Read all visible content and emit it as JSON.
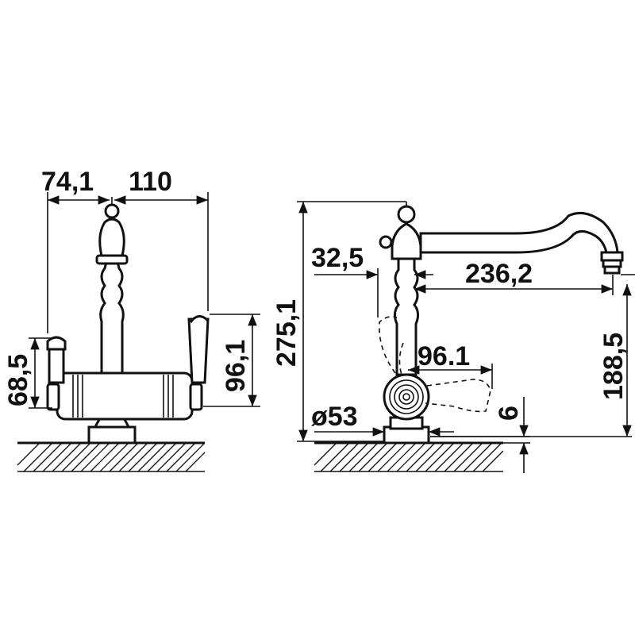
{
  "dimensions": {
    "front_left_width": "74,1",
    "front_right_width": "110",
    "front_left_height": "68,5",
    "front_right_height": "96,1",
    "side_total_height": "275,1",
    "side_spout_offset": "32,5",
    "side_spout_reach": "236,2",
    "side_handle_reach": "96.1",
    "side_spout_height": "188,5",
    "side_base_diameter": "ø53",
    "side_base_gap": "6"
  },
  "colors": {
    "line": "#111111",
    "background": "#ffffff"
  }
}
